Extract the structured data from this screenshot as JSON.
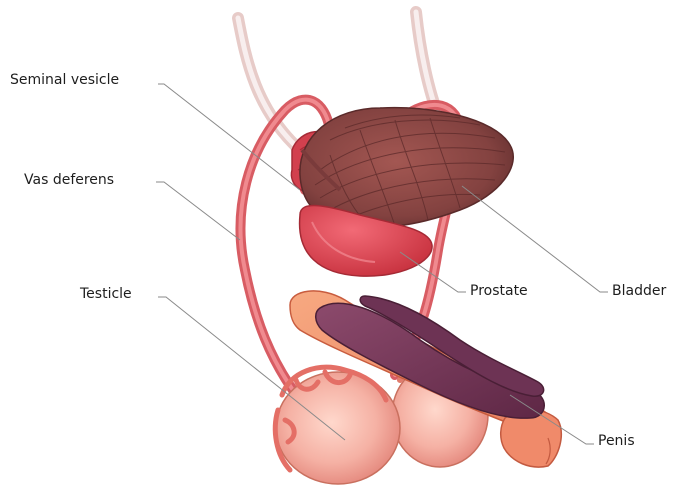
{
  "labels": {
    "seminal_vesicle": "Seminal vesicle",
    "vas_deferens": "Vas deferens",
    "testicle": "Testicle",
    "prostate": "Prostate",
    "bladder": "Bladder",
    "penis": "Penis"
  },
  "colors": {
    "bladder": "#8e4a46",
    "prostate": "#e04a57",
    "ducts": "#e8727a",
    "urethra_tissue": "#f29470",
    "penis_shaft": "#7a3a5c",
    "testicle": "#f3b0a4",
    "leader_line": "#8a8a8a"
  }
}
